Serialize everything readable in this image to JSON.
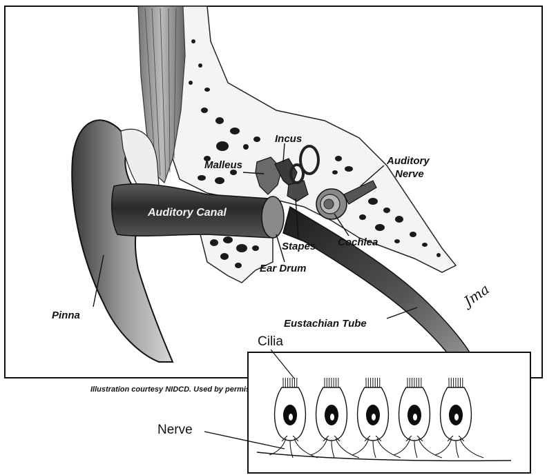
{
  "ear_labels": {
    "incus": "Incus",
    "malleus": "Malleus",
    "auditory_nerve_line1": "Auditory",
    "auditory_nerve_line2": "Nerve",
    "auditory_canal": "Auditory Canal",
    "stapes": "Stapes",
    "cochlea": "Cochlea",
    "ear_drum": "Ear Drum",
    "pinna": "Pinna",
    "eustachian_tube": "Eustachian Tube"
  },
  "artist_signature": "Jma",
  "credit": "Illustration courtesy NIDCD. Used by permission.",
  "inset": {
    "cilia_label": "Cilia",
    "nerve_label": "Nerve",
    "hair_cell_count": 5
  }
}
